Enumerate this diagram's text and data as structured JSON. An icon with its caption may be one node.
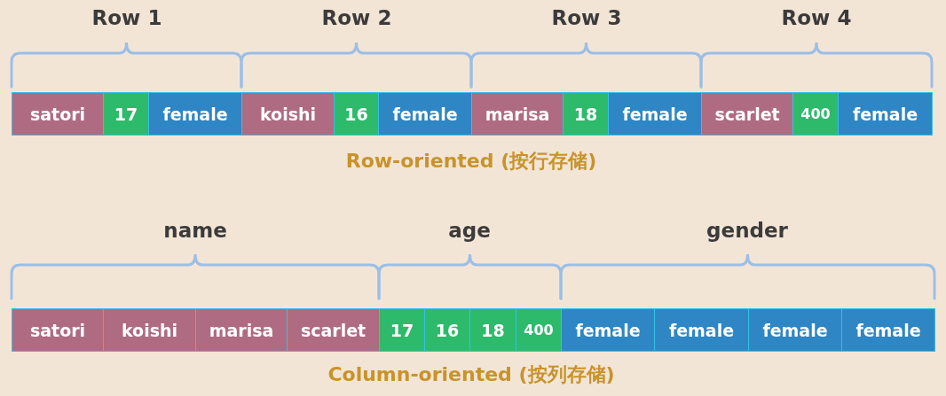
{
  "diagram": {
    "nodes": [
      {
        "text": [
          "satori"
        ]
      },
      {
        "text": [
          "17"
        ]
      },
      {
        "text": [
          "female"
        ]
      },
      {
        "text": [
          "koishi"
        ]
      },
      {
        "text": [
          "16"
        ]
      },
      {
        "text": [
          "female"
        ]
      },
      {
        "text": [
          "marisa"
        ]
      },
      {
        "text": [
          "18"
        ]
      },
      {
        "text": [
          "female"
        ]
      },
      {
        "text": [
          "scarlet"
        ]
      },
      {
        "text": [
          "400"
        ]
      },
      {
        "text": [
          "female"
        ]
      },
      {
        "text": [
          "satori"
        ]
      },
      {
        "text": [
          "koishi"
        ]
      },
      {
        "text": [
          "marisa"
        ]
      },
      {
        "text": [
          "scarlet"
        ]
      },
      {
        "text": [
          "17"
        ]
      },
      {
        "text": [
          "16"
        ]
      },
      {
        "text": [
          "18"
        ]
      },
      {
        "text": [
          "400"
        ]
      },
      {
        "text": [
          "female"
        ]
      },
      {
        "text": [
          "female"
        ]
      },
      {
        "text": [
          "female"
        ]
      },
      {
        "text": [
          "female"
        ]
      }
    ],
    "labels": [
      "Row 1",
      "Row 2",
      "Row 3",
      "Row 4",
      "Row-oriented (按行存储)",
      "name",
      "age",
      "gender",
      "Column-oriented (按列存储)"
    ]
  }
}
